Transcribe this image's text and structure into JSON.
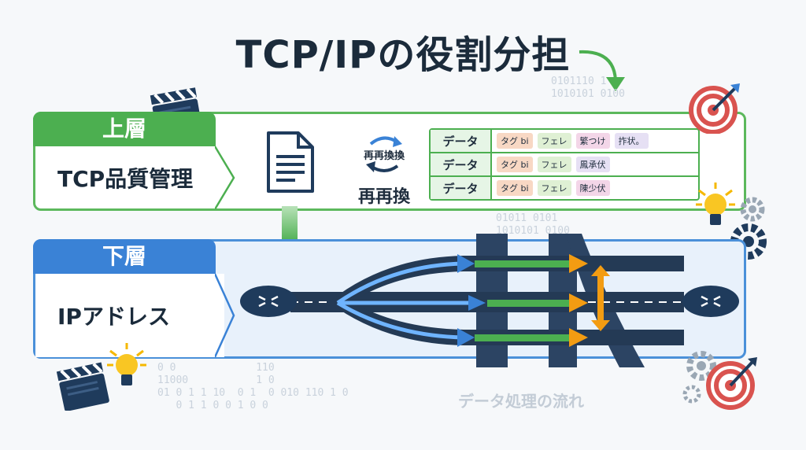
{
  "title": "TCP/IPの役割分担",
  "upper": {
    "tab": "上層",
    "label": "TCP品質管理",
    "rebuild_small": "再再換換",
    "rebuild_big": "再再換",
    "rows": [
      {
        "head": "データ",
        "chips": [
          "タグ bi",
          "フェレ",
          "繁つけ",
          "拃状。"
        ]
      },
      {
        "head": "データ",
        "chips": [
          "タグ bi",
          "フェレ",
          "鳳承伏"
        ]
      },
      {
        "head": "データ",
        "chips": [
          "タグ bi",
          "フェレ",
          "陳少伏"
        ]
      }
    ]
  },
  "lower": {
    "tab": "下層",
    "label": "IPアドレス"
  },
  "binary": {
    "top1": "0101110 1\n1010101 0100",
    "mid1": "01011 0101\n1010101 0100",
    "bottom1": "0 0             110\n11000           1 0\n01 0 1 1 10  0 1  0 010 110 1 0\n   0 1 1 0 0 1 0 0"
  },
  "caption": "データ処理の流れ",
  "colors": {
    "upper": "#4caf50",
    "lower": "#3a82d6",
    "road": "#243a55",
    "arrow_green": "#4caf50",
    "arrow_orange": "#f39c12",
    "arrow_blue": "#3a82d6"
  }
}
